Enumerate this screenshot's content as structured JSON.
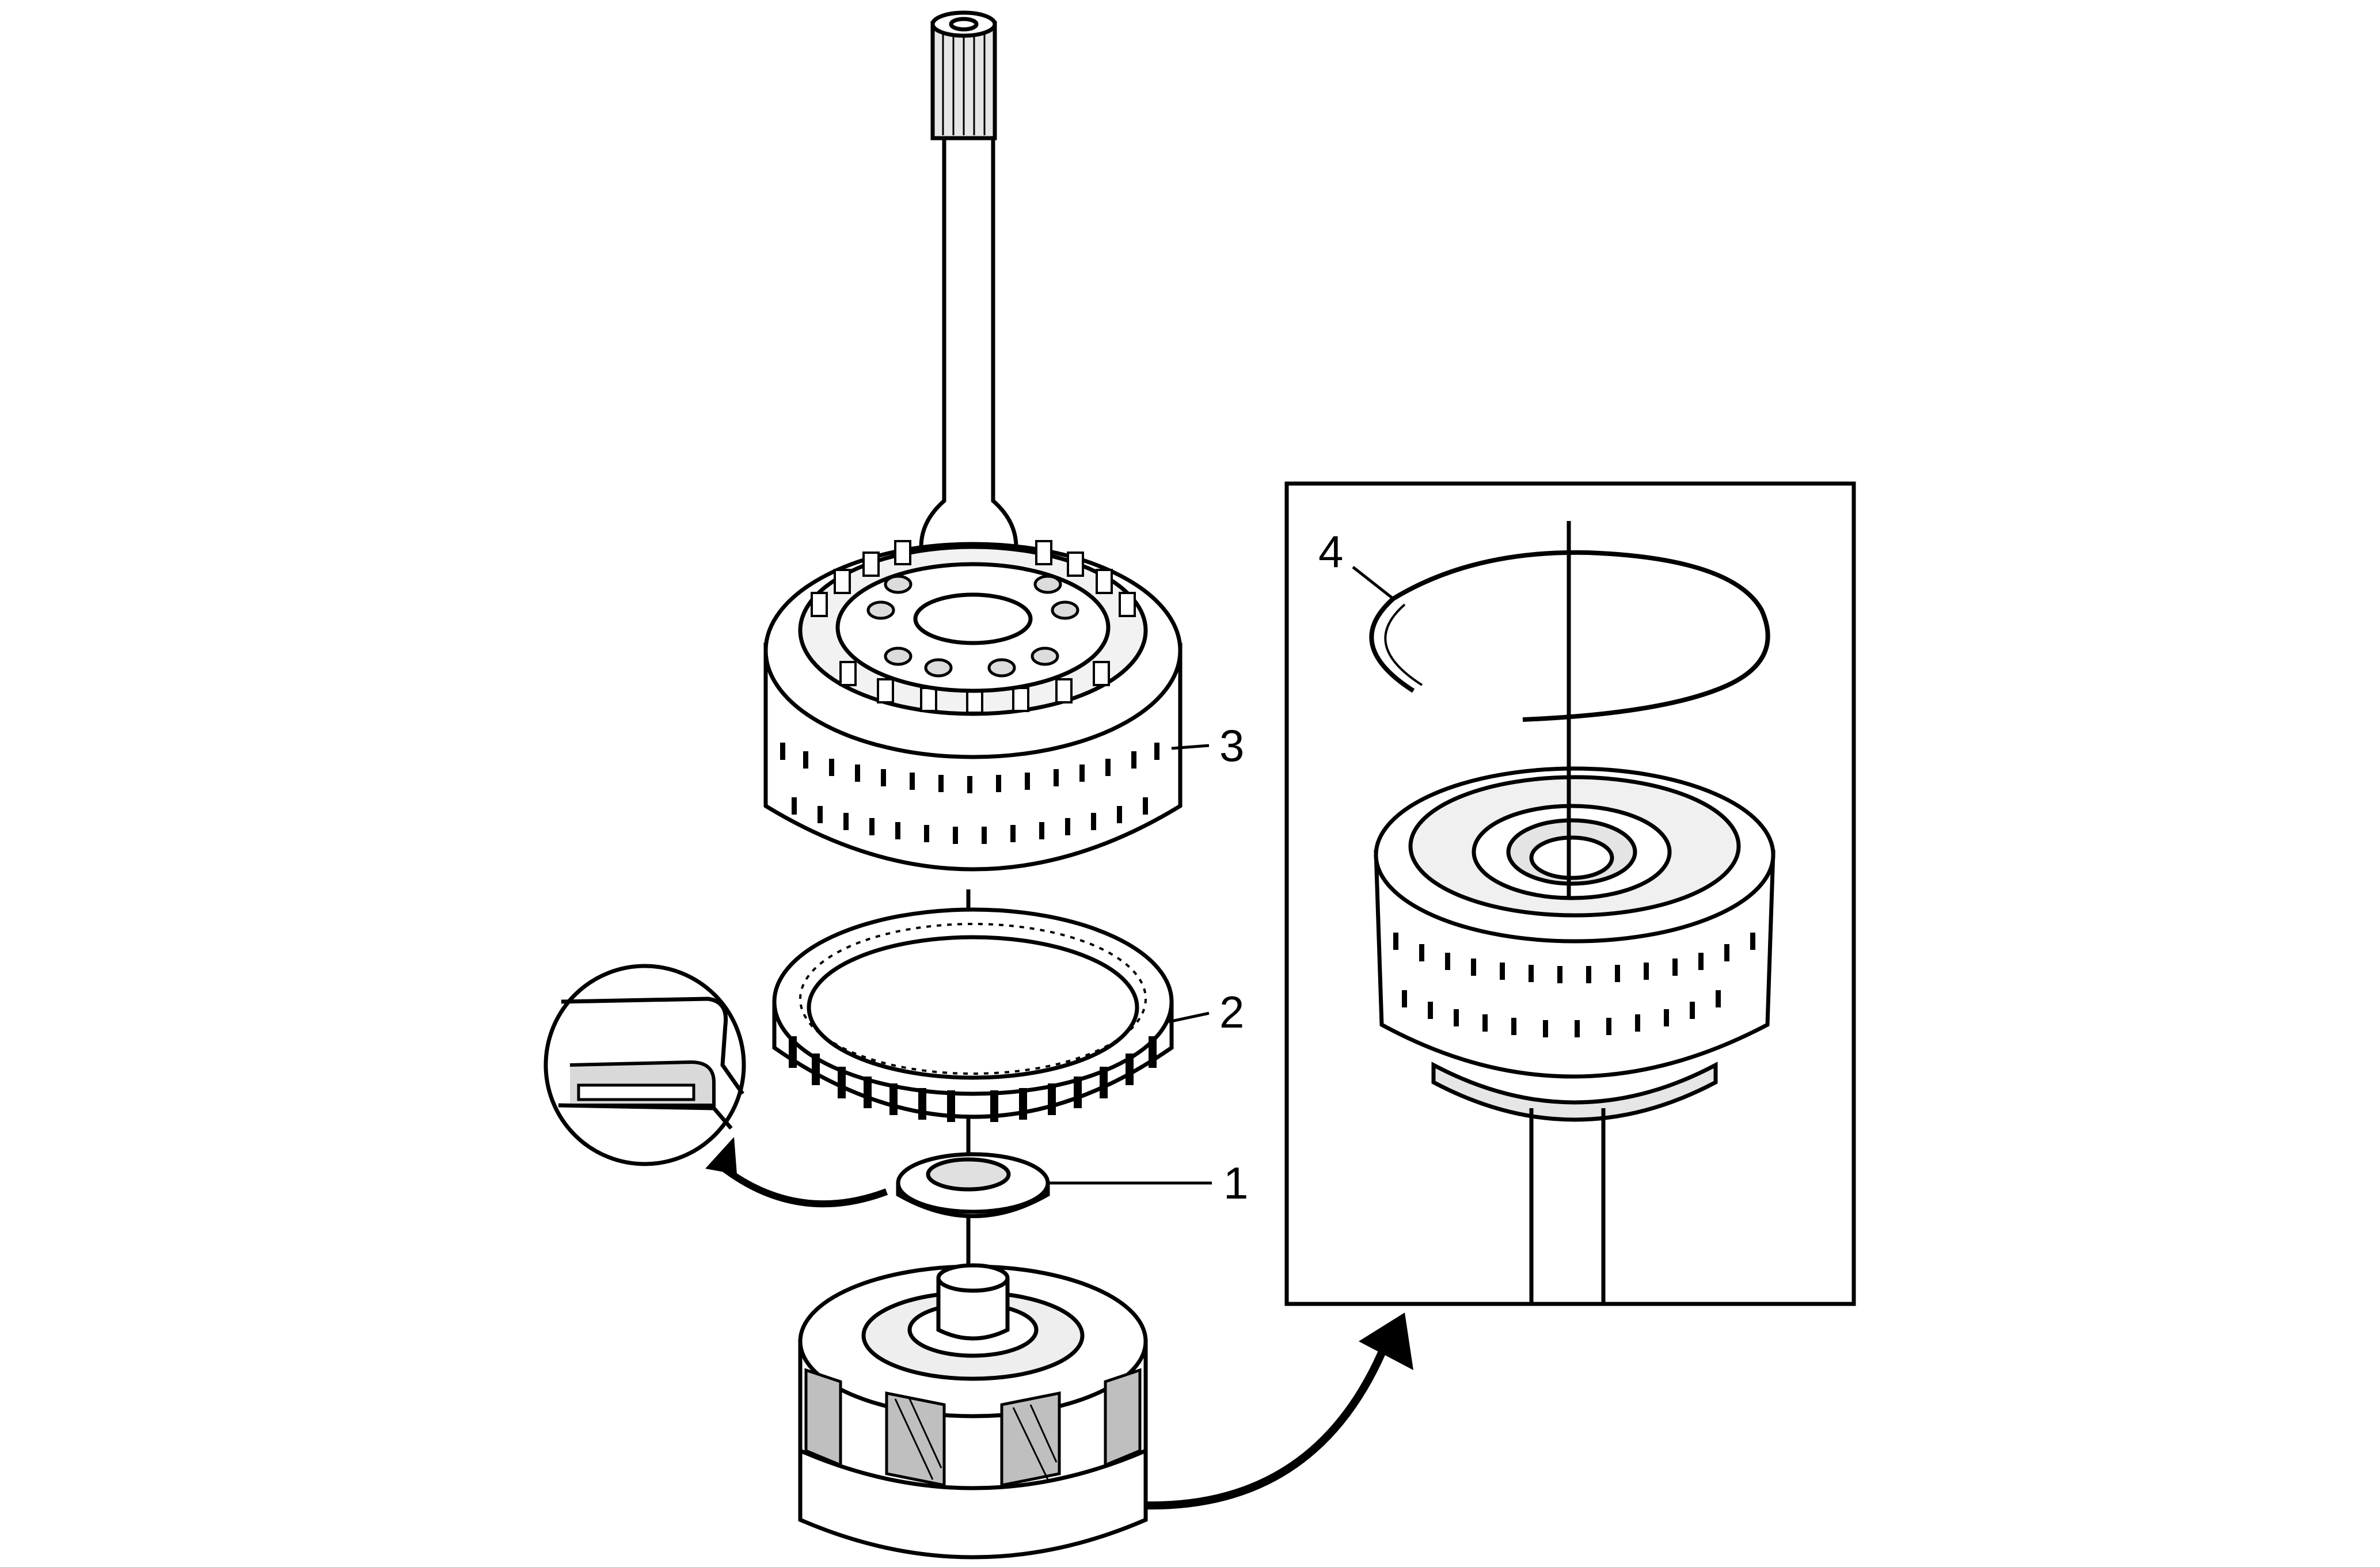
{
  "callouts": [
    {
      "id": "1",
      "label": "1"
    },
    {
      "id": "2",
      "label": "2"
    },
    {
      "id": "3",
      "label": "3"
    },
    {
      "id": "4",
      "label": "4"
    }
  ],
  "colors": {
    "line": "#000000",
    "fill": "#ffffff",
    "shade": "#d9d9d9",
    "dark": "#8c8c8c"
  }
}
